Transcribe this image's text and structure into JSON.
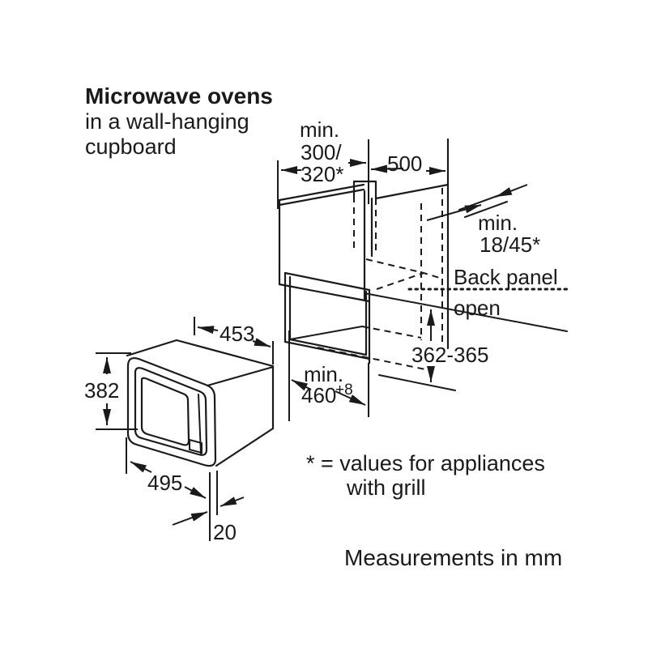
{
  "title": {
    "line1": "Microwave ovens",
    "line2": "in a wall-hanging",
    "line3": "cupboard"
  },
  "cupboard": {
    "dim_depth": {
      "line1": "min.",
      "line2": "300/",
      "line3": "320*"
    },
    "dim_width": "500",
    "dim_back_gap": {
      "line1": "min.",
      "line2": "18/45*"
    },
    "back_panel_note": {
      "line1": "Back panel",
      "line2": "open"
    },
    "dim_niche_height": "362-365",
    "dim_niche_width": {
      "line1": "min.",
      "value": "460",
      "sup": "+8"
    }
  },
  "microwave": {
    "dim_width": "453",
    "dim_height": "382",
    "dim_depth": "495",
    "dim_door_projection": "20"
  },
  "footnote": {
    "line1": "* = values for appliances",
    "line2": "with grill"
  },
  "units_note": "Measurements in mm",
  "colors": {
    "line": "#1a1a1a",
    "background": "#ffffff"
  }
}
